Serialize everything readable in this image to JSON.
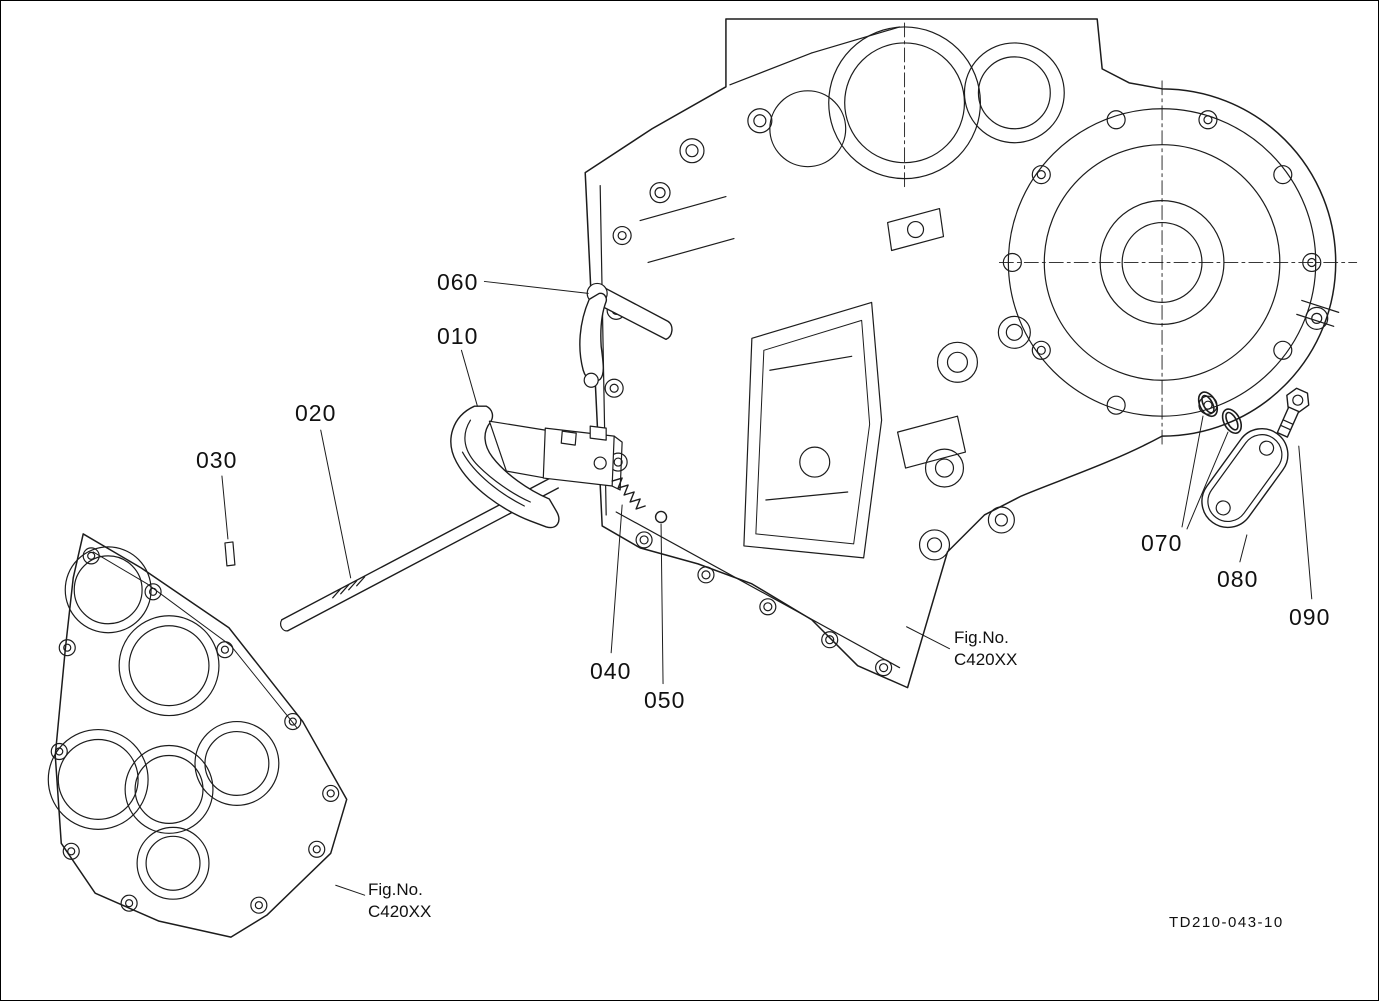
{
  "page": {
    "background": "#ffffff",
    "line_color": "#1c1c1c"
  },
  "callouts": {
    "c010": "010",
    "c020": "020",
    "c030": "030",
    "c040": "040",
    "c050": "050",
    "c060": "060",
    "c070": "070",
    "c080": "080",
    "c090": "090"
  },
  "fig_notes": {
    "case": {
      "line1": "Fig.No.",
      "line2": "C420XX"
    },
    "cover": {
      "line1": "Fig.No.",
      "line2": "C420XX"
    }
  },
  "drawing_number": "TD210-043-10"
}
